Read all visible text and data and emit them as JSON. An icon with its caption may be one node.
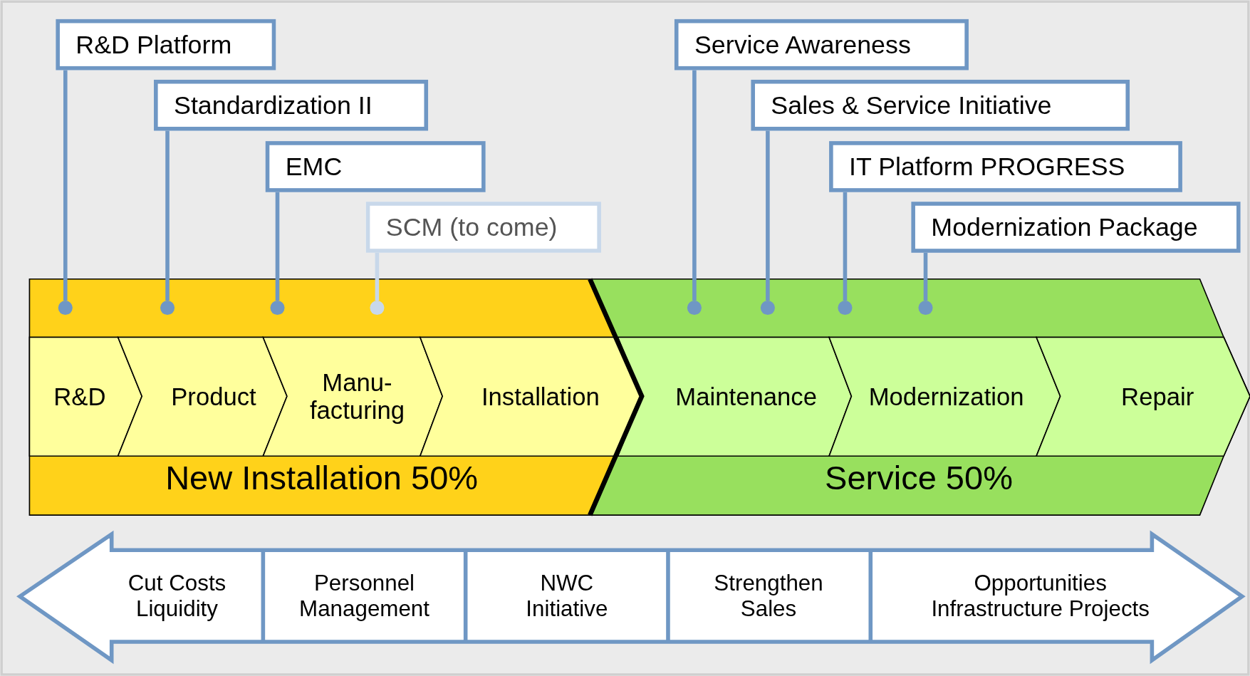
{
  "diagram": {
    "nodes": [
      {
        "text": [
          "R&D Platform"
        ]
      },
      {
        "text": [
          "Standardization II"
        ]
      },
      {
        "text": [
          "EMC"
        ]
      },
      {
        "text": [
          "SCM (to come)"
        ]
      },
      {
        "text": [
          "Service Awareness"
        ]
      },
      {
        "text": [
          "Sales & Service Initiative"
        ]
      },
      {
        "text": [
          "IT Platform PROGRESS"
        ]
      },
      {
        "text": [
          "Modernization Package"
        ]
      },
      {
        "text": [
          "New Installation 50%"
        ]
      },
      {
        "text": [],
        "shape": "circle",
        "in": 8
      },
      {
        "text": [],
        "shape": "circle",
        "in": 8
      },
      {
        "text": [],
        "shape": "circle",
        "in": 8
      },
      {
        "text": [],
        "shape": "circle",
        "in": 8
      },
      {
        "text": [
          "R&D"
        ],
        "in": 8
      },
      {
        "text": [
          "Product"
        ],
        "in": 8
      },
      {
        "text": [
          "Manu- facturing"
        ],
        "in": 8
      },
      {
        "text": [
          "Installation"
        ],
        "in": 8
      },
      {
        "text": [
          "Service 50%"
        ]
      },
      {
        "text": [],
        "shape": "circle",
        "in": 17
      },
      {
        "text": [],
        "shape": "circle",
        "in": 17
      },
      {
        "text": [],
        "shape": "circle",
        "in": 17
      },
      {
        "text": [],
        "shape": "circle",
        "in": 17
      },
      {
        "text": [
          "Maintenance"
        ],
        "in": 17
      },
      {
        "text": [
          "Modernization"
        ],
        "in": 17
      },
      {
        "text": [
          "Repair"
        ],
        "in": 17
      },
      {
        "text": [
          "Cut Costs Liquidity"
        ]
      },
      {
        "text": [
          "Personnel Management"
        ]
      },
      {
        "text": [
          "NWC Initiative"
        ]
      },
      {
        "text": [
          "Strengthen Sales"
        ]
      },
      {
        "text": [
          "Opportunities Infrastructure Projects"
        ]
      }
    ],
    "edges": [
      {
        "from": 0,
        "to": 9,
        "arrow": "none"
      },
      {
        "from": 1,
        "to": 10,
        "arrow": "none"
      },
      {
        "from": 2,
        "to": 11,
        "arrow": "none"
      },
      {
        "from": 3,
        "to": 12,
        "arrow": "none",
        "color": "#c8d8ea"
      },
      {
        "from": 4,
        "to": 18,
        "arrow": "none"
      },
      {
        "from": 5,
        "to": 19,
        "arrow": "none"
      },
      {
        "from": 6,
        "to": 20,
        "arrow": "none"
      },
      {
        "from": 7,
        "to": 21,
        "arrow": "none"
      }
    ]
  }
}
